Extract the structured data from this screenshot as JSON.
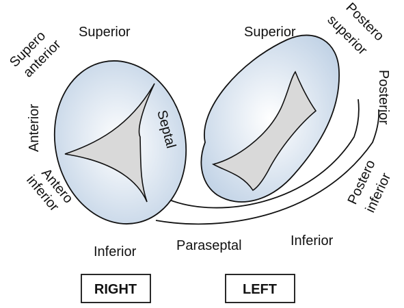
{
  "diagram": {
    "right": {
      "label_superior": "Superior",
      "label_supero_anterior_1": "Supero",
      "label_supero_anterior_2": "anterior",
      "label_anterior": "Anterior",
      "label_antero_inferior_1": "Antero",
      "label_antero_inferior_2": "inferior",
      "label_inferior": "Inferior",
      "label_septal": "Septal",
      "box": "RIGHT"
    },
    "left": {
      "label_superior": "Superior",
      "label_postero_superior_1": "Postero",
      "label_postero_superior_2": "superior",
      "label_posterior": "Posterior",
      "label_postero_inferior_1": "Postero",
      "label_postero_inferior_2": "inferior",
      "label_inferior": "Inferior",
      "box": "LEFT"
    },
    "label_paraseptal": "Paraseptal",
    "colors": {
      "annulus_fill_center": "#ffffff",
      "annulus_fill_edge": "#c2d3e6",
      "orifice_fill": "#d9d9d9",
      "stroke": "#111111"
    }
  }
}
